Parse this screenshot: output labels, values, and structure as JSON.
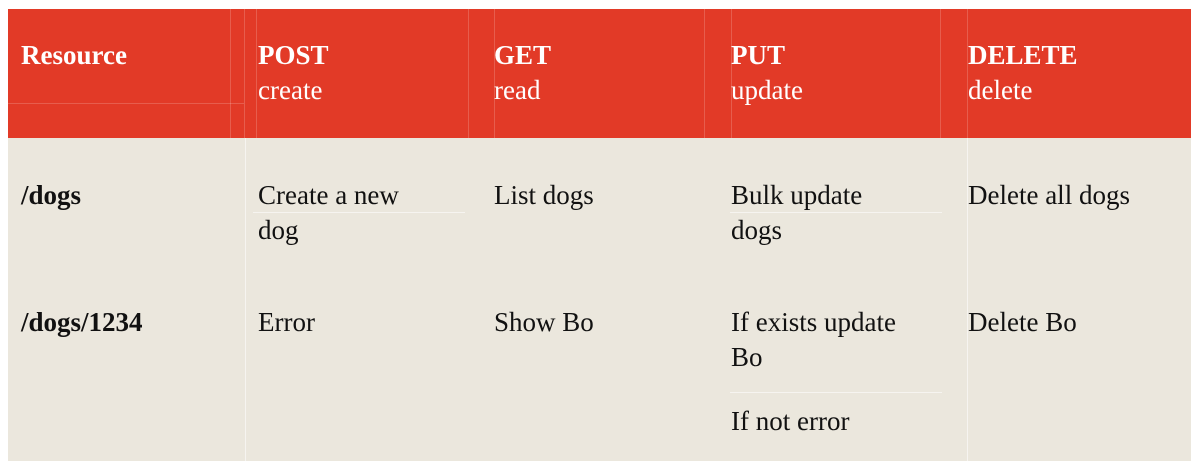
{
  "header": {
    "resource": "Resource",
    "post_method": "POST",
    "post_action": "create",
    "get_method": "GET",
    "get_action": "read",
    "put_method": "PUT",
    "put_action": "update",
    "delete_method": "DELETE",
    "delete_action": "delete"
  },
  "rows": [
    {
      "resource": "/dogs",
      "post_line_1": "Create a new",
      "post_line_2": "dog",
      "get": "List dogs",
      "put_line_1": "Bulk update",
      "put_line_2": "dogs",
      "delete": "Delete all dogs"
    },
    {
      "resource": "/dogs/1234",
      "post": "Error",
      "get": "Show Bo",
      "put_line_1": "If exists update",
      "put_line_2": "Bo",
      "put_line_3": "If not error",
      "delete": "Delete Bo"
    }
  ],
  "colors": {
    "header_background": "#e23a27",
    "body_background": "#ebe7dd",
    "header_text": "#ffffff",
    "body_text": "#111111"
  }
}
